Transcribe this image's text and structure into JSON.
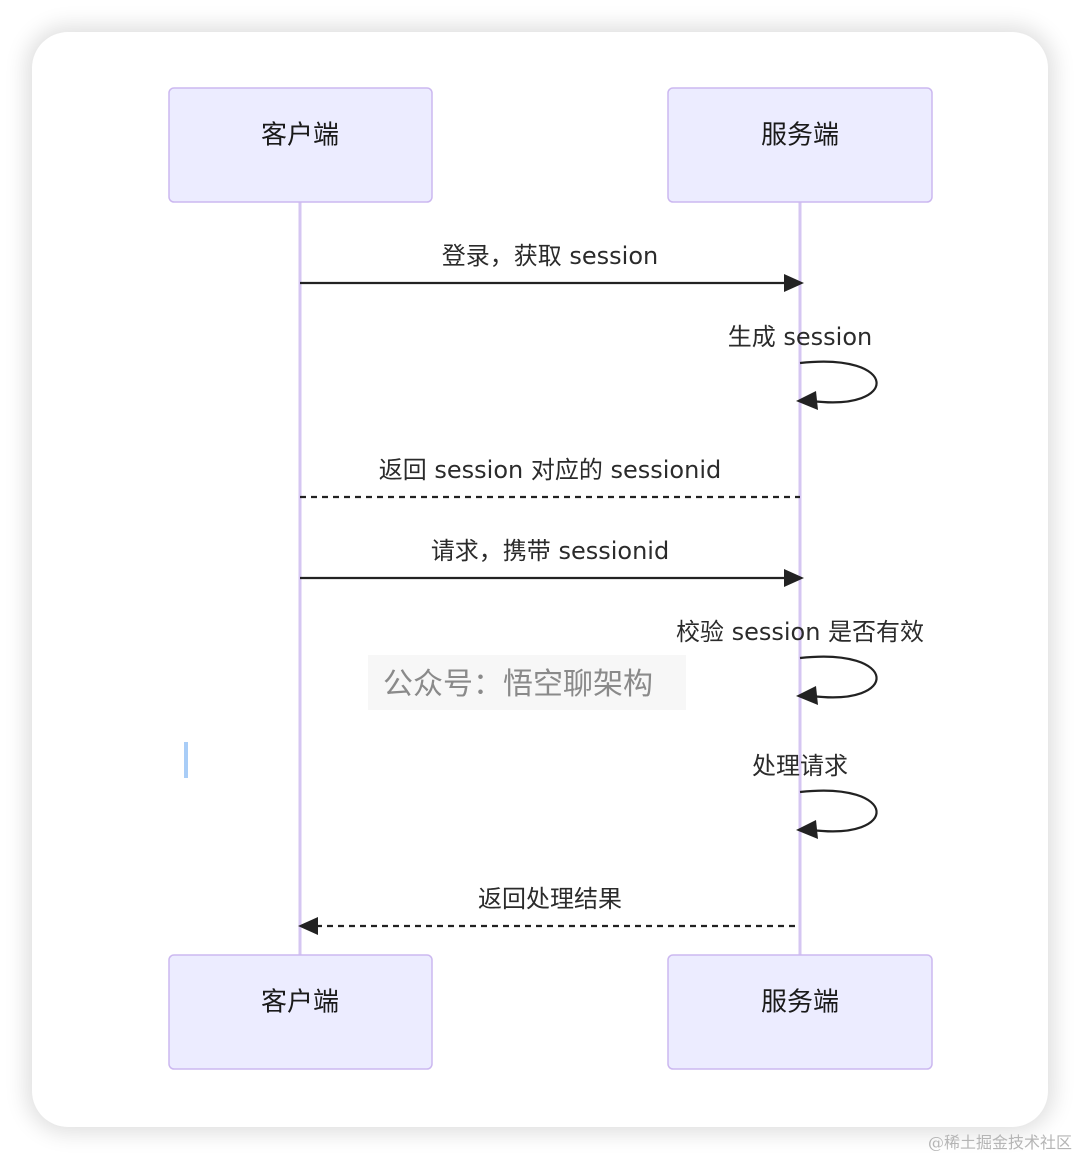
{
  "actors": [
    {
      "id": "client",
      "label": "客户端"
    },
    {
      "id": "server",
      "label": "服务端"
    }
  ],
  "messages": [
    {
      "from": "client",
      "to": "server",
      "label": "登录，获取 session",
      "style": "solid"
    },
    {
      "from": "server",
      "to": "server",
      "label": "生成 session",
      "style": "solid"
    },
    {
      "from": "server",
      "to": "client",
      "label": "返回 session 对应的 sessionid",
      "style": "dashed"
    },
    {
      "from": "client",
      "to": "server",
      "label": "请求，携带 sessionid",
      "style": "solid"
    },
    {
      "from": "server",
      "to": "server",
      "label": "校验 session 是否有效",
      "style": "solid"
    },
    {
      "from": "server",
      "to": "server",
      "label": "处理请求",
      "style": "solid"
    },
    {
      "from": "server",
      "to": "client",
      "label": "返回处理结果",
      "style": "dashed"
    }
  ],
  "watermark": "公众号：悟空聊架构",
  "footer": "@稀土掘金技术社区",
  "colors": {
    "actor_fill": "#ECECFF",
    "actor_stroke": "#CCB8F0",
    "lifeline": "#D5C6F2",
    "arrow": "#222222"
  }
}
